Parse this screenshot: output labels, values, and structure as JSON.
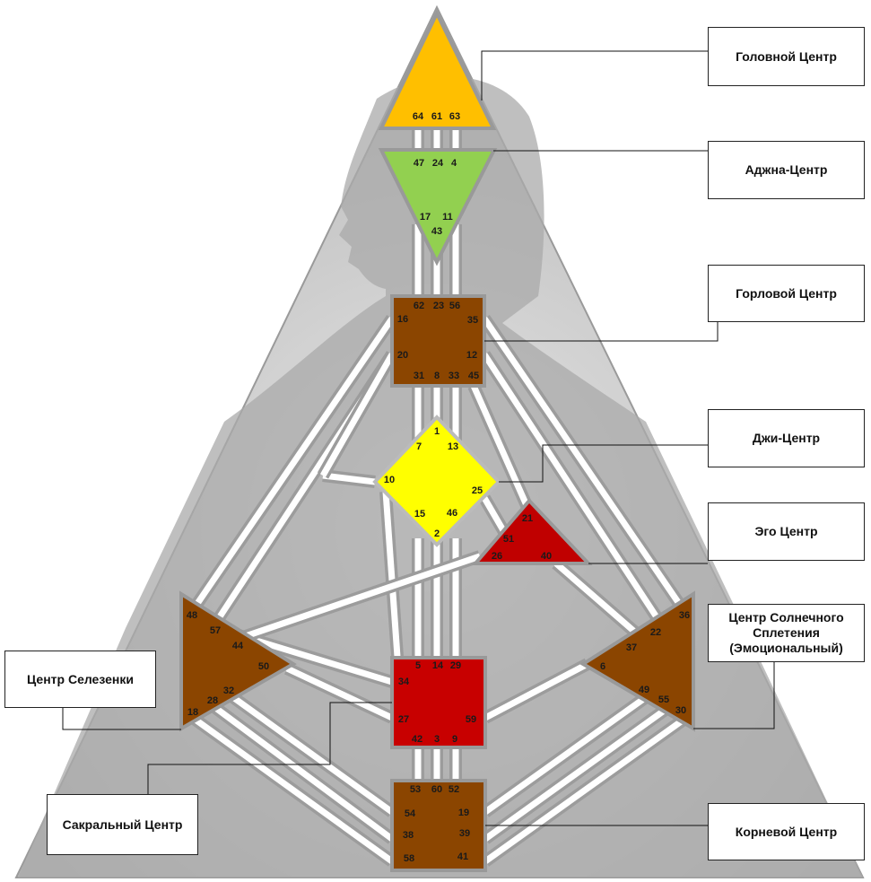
{
  "labels": {
    "head": "Головной Центр",
    "ajna": "Аджна-Центр",
    "throat": "Горловой Центр",
    "g": "Джи-Центр",
    "ego": "Эго Центр",
    "solar_plexus": "Центр Солнечного Сплетения (Эмоциональный)",
    "spleen": "Центр Селезенки",
    "sacral": "Сакральный Центр",
    "root": "Корневой Центр"
  },
  "centers": {
    "head": {
      "color": "#ffbf00",
      "gates": [
        "64",
        "61",
        "63"
      ]
    },
    "ajna": {
      "color": "#92d050",
      "gates": [
        "47",
        "24",
        "4",
        "17",
        "11",
        "43"
      ]
    },
    "throat": {
      "color": "#8b4500",
      "gates": [
        "62",
        "23",
        "56",
        "16",
        "35",
        "20",
        "12",
        "31",
        "8",
        "33",
        "45"
      ]
    },
    "g": {
      "color": "#ffff00",
      "gates": [
        "1",
        "7",
        "13",
        "10",
        "25",
        "15",
        "46",
        "2"
      ]
    },
    "ego": {
      "color": "#c00000",
      "gates": [
        "21",
        "51",
        "26",
        "40"
      ]
    },
    "spleen": {
      "color": "#8b4500",
      "gates": [
        "48",
        "57",
        "44",
        "50",
        "32",
        "28",
        "18"
      ]
    },
    "sacral": {
      "color": "#c80000",
      "gates": [
        "5",
        "14",
        "29",
        "34",
        "27",
        "59",
        "42",
        "3",
        "9"
      ]
    },
    "solar_plexus": {
      "color": "#8b4500",
      "gates": [
        "36",
        "22",
        "37",
        "6",
        "49",
        "55",
        "30"
      ]
    },
    "root": {
      "color": "#8b4500",
      "gates": [
        "53",
        "60",
        "52",
        "54",
        "19",
        "38",
        "39",
        "58",
        "41"
      ]
    }
  }
}
